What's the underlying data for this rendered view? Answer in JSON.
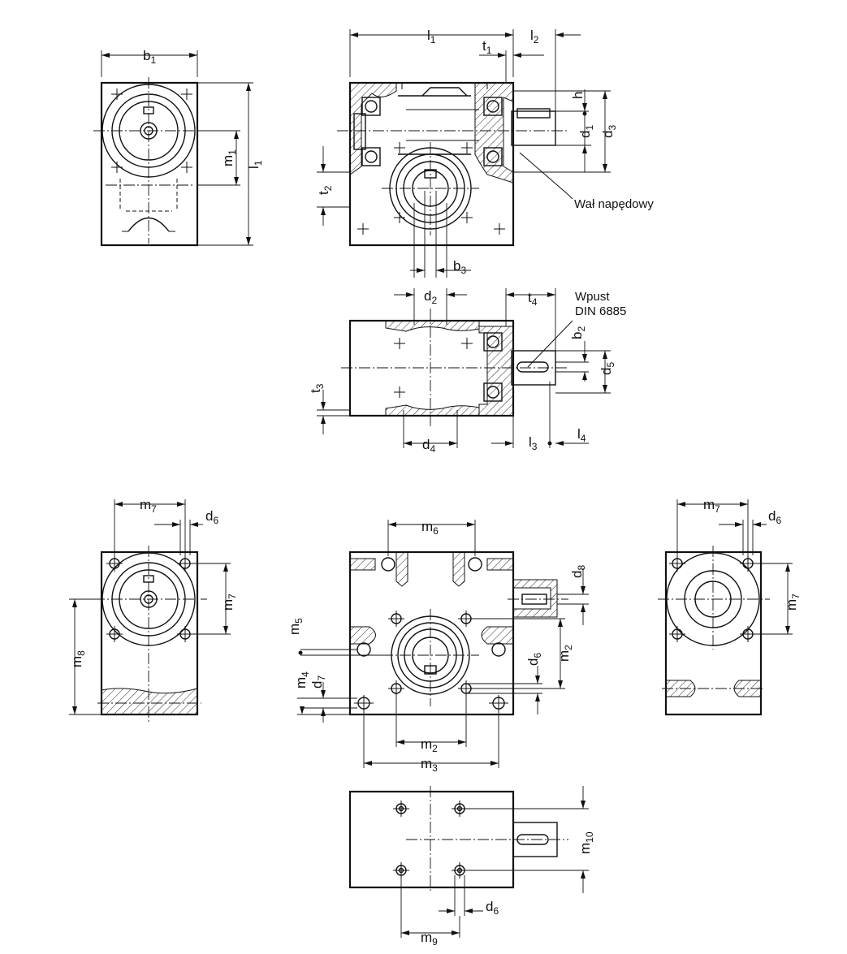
{
  "labels": {
    "b1": "b",
    "b1_sub": "1",
    "l1": "l",
    "l1_sub": "1",
    "l1_side": "l",
    "l1_side_sub": "1",
    "l2": "l",
    "l2_sub": "2",
    "t1": "t",
    "t1_sub": "1",
    "h": "h",
    "d1": "d",
    "d1_sub": "1",
    "d3": "d",
    "d3_sub": "3",
    "m1": "m",
    "m1_sub": "1",
    "t2": "t",
    "t2_sub": "2",
    "b3": "b",
    "b3_sub": "3",
    "d2": "d",
    "d2_sub": "2",
    "t4": "t",
    "t4_sub": "4",
    "b2": "b",
    "b2_sub": "2",
    "d5": "d",
    "d5_sub": "5",
    "t3": "t",
    "t3_sub": "3",
    "d4": "d",
    "d4_sub": "4",
    "l3": "l",
    "l3_sub": "3",
    "l4": "l",
    "l4_sub": "4",
    "m7_left_top": "m",
    "m7_left_top_sub": "7",
    "d6_left": "d",
    "d6_left_sub": "6",
    "m7_left_side": "m",
    "m7_left_side_sub": "7",
    "m8": "m",
    "m8_sub": "8",
    "m6": "m",
    "m6_sub": "6",
    "d8": "d",
    "d8_sub": "8",
    "m5": "m",
    "m5_sub": "5",
    "m4": "m",
    "m4_sub": "4",
    "d7": "d",
    "d7_sub": "7",
    "d6_mid": "d",
    "d6_mid_sub": "6",
    "m2_side": "m",
    "m2_side_sub": "2",
    "m2": "m",
    "m2_sub": "2",
    "m3": "m",
    "m3_sub": "3",
    "m7_right_top": "m",
    "m7_right_top_sub": "7",
    "d6_right": "d",
    "d6_right_sub": "6",
    "m7_right_side": "m",
    "m7_right_side_sub": "7",
    "m10": "m",
    "m10_sub": "10",
    "d6_bottom": "d",
    "d6_bottom_sub": "6",
    "m9": "m",
    "m9_sub": "9"
  },
  "notes": {
    "drive_shaft": "Wał napędowy",
    "key_line1": "Wpust",
    "key_line2": "DIN 6885"
  }
}
